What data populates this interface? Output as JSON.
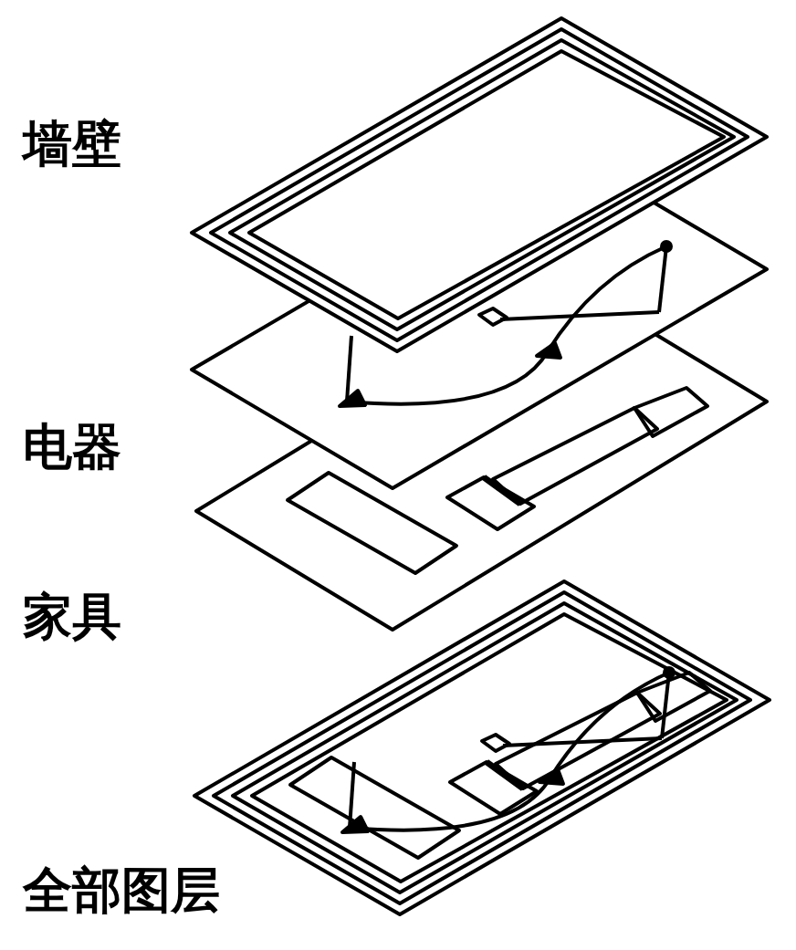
{
  "diagram": {
    "labels": [
      "墙壁",
      "电器",
      "家具",
      "全部图层"
    ]
  }
}
